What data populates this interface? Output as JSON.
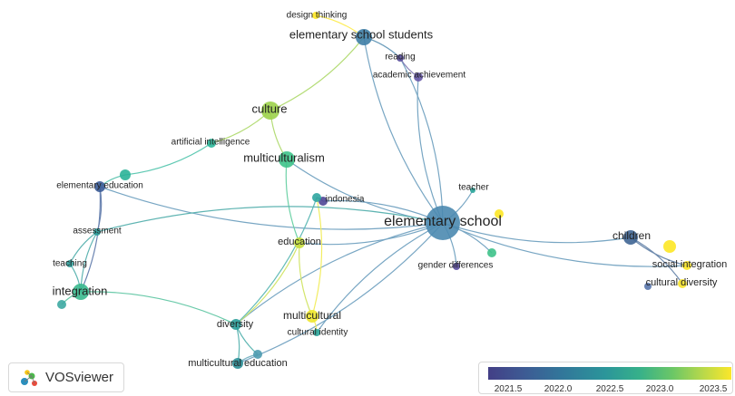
{
  "nodes": [
    {
      "id": "design-thinking",
      "label": "design thinking",
      "color": "#fde725"
    },
    {
      "id": "elementary-school-students",
      "label": "elementary school students",
      "color": "#3e7ea6"
    },
    {
      "id": "reading",
      "label": "reading",
      "color": "#5a4f9c"
    },
    {
      "id": "academic-achievement",
      "label": "academic achievement",
      "color": "#6556a6"
    },
    {
      "id": "culture",
      "label": "culture",
      "color": "#9cd14a"
    },
    {
      "id": "artificial-intelligence",
      "label": "artificial intelligence",
      "color": "#2bb89a"
    },
    {
      "id": "multiculturalism",
      "label": "multiculturalism",
      "color": "#3ec38a"
    },
    {
      "id": "elementary-education",
      "label": "elementary education",
      "color": "#3a5b97"
    },
    {
      "id": "indonesia",
      "label": "indonesia",
      "color": "#4f4796"
    },
    {
      "id": "teacher",
      "label": "teacher",
      "color": "#2aa79b"
    },
    {
      "id": "elementary-school",
      "label": "elementary school",
      "color": "#4b89b0"
    },
    {
      "id": "children",
      "label": "children",
      "color": "#3f6593"
    },
    {
      "id": "assessment",
      "label": "assessment",
      "color": "#2a9c99"
    },
    {
      "id": "education",
      "label": "education",
      "color": "#c5dd3c"
    },
    {
      "id": "gender-differences",
      "label": "gender differences",
      "color": "#5b4ea1"
    },
    {
      "id": "social-integration",
      "label": "social integration",
      "color": "#fde725"
    },
    {
      "id": "teaching",
      "label": "teaching",
      "color": "#2d9e9a"
    },
    {
      "id": "cultural-diversity",
      "label": "cultural diversity",
      "color": "#f7e32a"
    },
    {
      "id": "integration",
      "label": "integration",
      "color": "#3ab98e"
    },
    {
      "id": "multicultural",
      "label": "multicultural",
      "color": "#eee72e"
    },
    {
      "id": "diversity",
      "label": "diversity",
      "color": "#2a9e9a"
    },
    {
      "id": "cultural-identity",
      "label": "cultural identity",
      "color": "#2aa59a"
    },
    {
      "id": "multicultural-education",
      "label": "multicultural education",
      "color": "#2a8e96"
    },
    {
      "id": "unlabeled-1",
      "label": "",
      "color": "#2bb298"
    },
    {
      "id": "unlabeled-2",
      "label": "",
      "color": "#3da9a2"
    },
    {
      "id": "unlabeled-3",
      "label": "",
      "color": "#2fa5a0"
    },
    {
      "id": "unlabeled-4",
      "label": "",
      "color": "#4e9bb0"
    },
    {
      "id": "unlabeled-5",
      "label": "",
      "color": "#5977ad"
    },
    {
      "id": "unlabeled-6",
      "label": "",
      "color": "#fde725"
    },
    {
      "id": "unlabeled-7",
      "label": "",
      "color": "#3ec28a"
    },
    {
      "id": "unlabeled-8",
      "label": "",
      "color": "#fde725"
    }
  ],
  "links": [
    [
      "elementary-school",
      "elementary-school-students"
    ],
    [
      "elementary-school",
      "reading"
    ],
    [
      "elementary-school",
      "academic-achievement"
    ],
    [
      "elementary-school",
      "children"
    ],
    [
      "elementary-school",
      "education"
    ],
    [
      "elementary-school",
      "indonesia"
    ],
    [
      "elementary-school",
      "elementary-education"
    ],
    [
      "elementary-school",
      "teacher"
    ],
    [
      "elementary-school",
      "gender-differences"
    ],
    [
      "elementary-school",
      "diversity"
    ],
    [
      "elementary-school",
      "multicultural-education"
    ],
    [
      "elementary-school",
      "cultural-identity"
    ],
    [
      "elementary-school",
      "multiculturalism"
    ],
    [
      "elementary-school",
      "social-integration"
    ],
    [
      "elementary-school",
      "unlabeled-7"
    ],
    [
      "children",
      "social-integration"
    ],
    [
      "children",
      "cultural-diversity"
    ],
    [
      "culture",
      "elementary-school-students"
    ],
    [
      "culture",
      "artificial-intelligence"
    ],
    [
      "culture",
      "multiculturalism"
    ],
    [
      "artificial-intelligence",
      "unlabeled-1"
    ],
    [
      "unlabeled-1",
      "elementary-education"
    ],
    [
      "elementary-education",
      "assessment"
    ],
    [
      "assessment",
      "teaching"
    ],
    [
      "teaching",
      "integration"
    ],
    [
      "assessment",
      "integration"
    ],
    [
      "integration",
      "diversity"
    ],
    [
      "integration",
      "unlabeled-2"
    ],
    [
      "elementary-education",
      "integration"
    ],
    [
      "multiculturalism",
      "education"
    ],
    [
      "education",
      "diversity"
    ],
    [
      "education",
      "multicultural"
    ],
    [
      "multicultural",
      "cultural-identity"
    ],
    [
      "multicultural",
      "unlabeled-3"
    ],
    [
      "diversity",
      "multicultural-education"
    ],
    [
      "indonesia",
      "unlabeled-3"
    ],
    [
      "unlabeled-3",
      "diversity"
    ],
    [
      "unlabeled-4",
      "multicultural-education"
    ],
    [
      "design-thinking",
      "elementary-school-students"
    ],
    [
      "reading",
      "academic-achievement"
    ],
    [
      "elementary-school-students",
      "reading"
    ],
    [
      "diversity",
      "unlabeled-4"
    ],
    [
      "assessment",
      "elementary-school"
    ]
  ],
  "legend": {
    "logo_text": "VOSviewer",
    "scale_ticks": [
      "2021.5",
      "2022.0",
      "2022.5",
      "2023.0",
      "2023.5"
    ]
  }
}
